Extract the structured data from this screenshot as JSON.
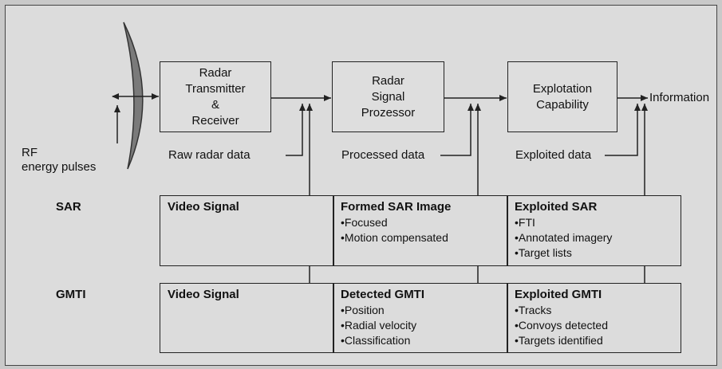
{
  "flow": {
    "transmitter": "Radar\nTransmitter\n&\nReceiver",
    "processor": "Radar\nSignal\nProzessor",
    "exploitation": "Explotation\nCapability",
    "output": "Information",
    "rf_label": "RF\nenergy pulses",
    "raw_label": "Raw radar data",
    "processed_label": "Processed data",
    "exploited_label": "Exploited data"
  },
  "rows": [
    {
      "label": "SAR",
      "cells": [
        {
          "heading": "Video Signal",
          "items": []
        },
        {
          "heading": "Formed SAR Image",
          "items": [
            "Focused",
            "Motion compensated"
          ]
        },
        {
          "heading": "Exploited SAR",
          "items": [
            "FTI",
            "Annotated imagery",
            "Target lists"
          ]
        }
      ]
    },
    {
      "label": "GMTI",
      "cells": [
        {
          "heading": "Video Signal",
          "items": []
        },
        {
          "heading": "Detected GMTI",
          "items": [
            "Position",
            "Radial velocity",
            "Classification"
          ]
        },
        {
          "heading": "Exploited GMTI",
          "items": [
            "Tracks",
            "Convoys detected",
            "Targets identified"
          ]
        }
      ]
    }
  ],
  "colors": {
    "antenna": "#7a7a7a",
    "line": "#222222",
    "background": "#dcdcdc"
  }
}
